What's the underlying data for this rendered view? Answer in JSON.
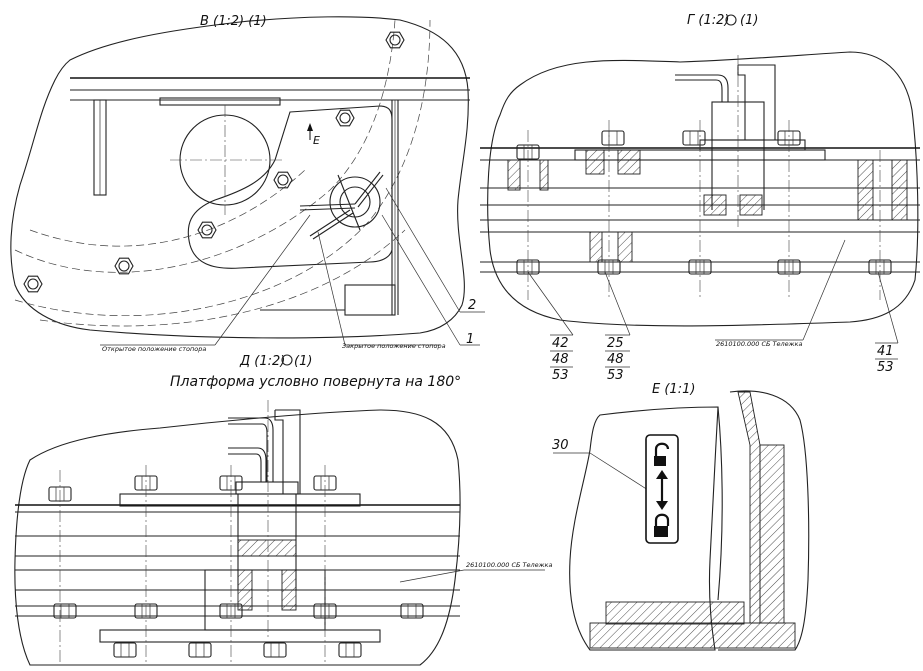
{
  "views": {
    "view_b": {
      "title": "В (1:2) (1)",
      "dir_label": "Е"
    },
    "view_g": {
      "title": "Г (1:2)",
      "title_suffix": "(1)"
    },
    "view_d": {
      "title": "Д (1:2)",
      "title_suffix": "(1)",
      "subtitle": "Платформа условно повернута на 180°"
    },
    "view_e": {
      "title": "Е (1:1)"
    }
  },
  "callouts": {
    "open_stop": "Открытое положение стопора",
    "closed_stop": "Закрытое положение стопора",
    "item_1": "1",
    "item_2": "2",
    "item_30": "30",
    "stack_a": [
      "42",
      "48",
      "53"
    ],
    "stack_b": [
      "25",
      "48",
      "53"
    ],
    "stack_c": [
      "41",
      "53"
    ],
    "assembly_g": "2610100.000 СБ Тележка",
    "assembly_d": "2610100.000 СБ Тележка"
  },
  "icons": [
    "unlock-icon",
    "double-arrow-icon",
    "lock-icon"
  ]
}
